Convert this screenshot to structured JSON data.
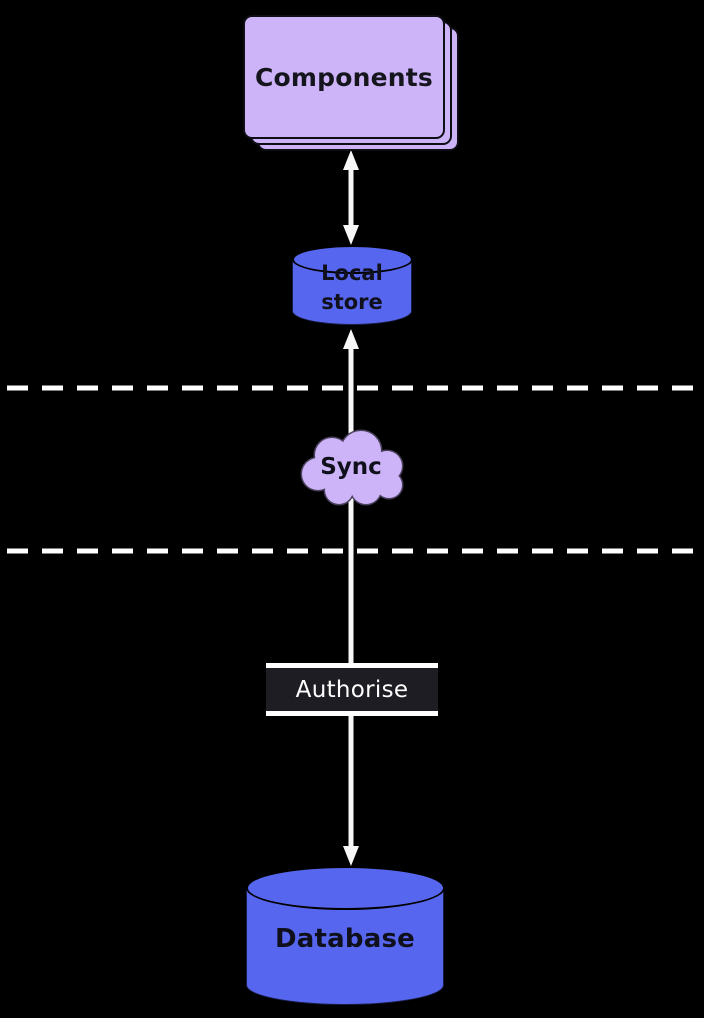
{
  "diagram": {
    "background": "#000000",
    "nodes": {
      "components": {
        "label": "Components",
        "shape": "stacked-cards",
        "fill": "#cdb4f8",
        "text_color": "#15151d"
      },
      "local_store": {
        "label": "Local store",
        "shape": "cylinder",
        "fill": "#5766ee",
        "text_color": "#10101c"
      },
      "sync": {
        "label": "Sync",
        "shape": "cloud",
        "fill": "#cdb4f8",
        "text_color": "#15151d"
      },
      "authorise": {
        "label": "Authorise",
        "shape": "rect",
        "fill": "#1d1d23",
        "border_color": "#ffffff",
        "text_color": "#ffffff"
      },
      "database": {
        "label": "Database",
        "shape": "cylinder",
        "fill": "#5766ee",
        "text_color": "#10101c"
      }
    },
    "connectors": [
      {
        "from": "components",
        "to": "local_store",
        "type": "double-headed-arrow",
        "color": "#ffffff"
      },
      {
        "from": "local_store",
        "to": "database",
        "type": "double-headed-arrow",
        "color": "#ffffff",
        "passes_through": [
          "sync",
          "authorise"
        ]
      }
    ],
    "separators": [
      {
        "type": "dashed-line",
        "color": "#ffffff",
        "position": "between-local-store-and-sync"
      },
      {
        "type": "dashed-line",
        "color": "#ffffff",
        "position": "between-sync-and-authorise"
      }
    ]
  }
}
